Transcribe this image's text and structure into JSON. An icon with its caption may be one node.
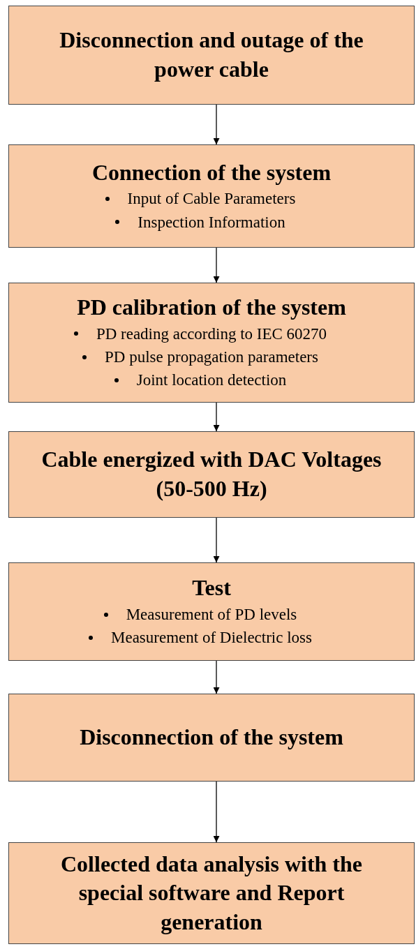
{
  "diagram": {
    "nodes": [
      {
        "text": [
          "Disconnection and outage of the power cable"
        ]
      },
      {
        "text": [
          "Connection of the system",
          "Input of Cable Parameters",
          "Inspection Information"
        ]
      },
      {
        "text": [
          "PD calibration of the system",
          "PD reading according to IEC 60270",
          "PD pulse propagation parameters",
          "Joint location detection"
        ]
      },
      {
        "text": [
          "Cable energized with DAC Voltages (50-500 Hz)"
        ]
      },
      {
        "text": [
          "Test",
          "Measurement of PD levels",
          "Measurement of Dielectric loss"
        ]
      },
      {
        "text": [
          "Disconnection of the system"
        ]
      },
      {
        "text": [
          "Collected data analysis with the special software and Report generation"
        ]
      }
    ],
    "edges": [
      {
        "from": 0,
        "to": 1,
        "arrow": "to"
      },
      {
        "from": 1,
        "to": 2,
        "arrow": "to"
      },
      {
        "from": 2,
        "to": 3,
        "arrow": "to"
      },
      {
        "from": 3,
        "to": 4,
        "arrow": "to"
      },
      {
        "from": 4,
        "to": 5,
        "arrow": "to"
      },
      {
        "from": 5,
        "to": 6,
        "arrow": "to"
      }
    ]
  }
}
